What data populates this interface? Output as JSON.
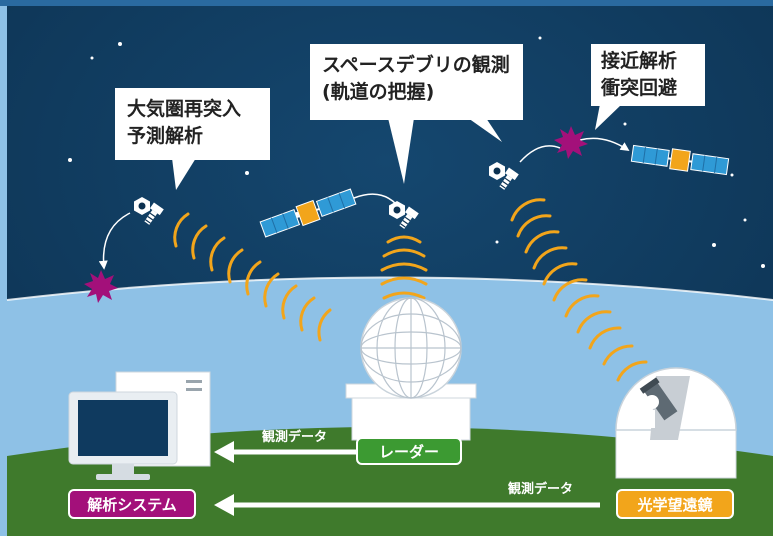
{
  "callouts": {
    "reentry": {
      "line1": "大気圏再突入",
      "line2": "予測解析"
    },
    "observation": {
      "line1": "スペースデブリの観測",
      "line2": "(軌道の把握)"
    },
    "collision": {
      "line1": "接近解析",
      "line2": "衝突回避"
    }
  },
  "badges": {
    "radar": "レーダー",
    "analysis": "解析システム",
    "telescope": "光学望遠鏡"
  },
  "flows": {
    "radar_data": "観測データ",
    "telescope_data": "観測データ"
  },
  "colors": {
    "sky": "#0f3a5f",
    "atmosphere": "#8ec1e6",
    "ground": "#3f7a2c",
    "radar_badge": "#3c9a32",
    "analysis_badge": "#a3107a",
    "telescope_badge": "#f2a51b",
    "signal": "#f2a51b",
    "explosion": "#a3107a",
    "panel": "#2f9ad6",
    "satellite_body": "#f2a51b"
  },
  "icons": [
    "debris-icon",
    "satellite-icon",
    "explosion-icon",
    "radar-dome-icon",
    "telescope-observatory-icon",
    "computer-icon"
  ]
}
